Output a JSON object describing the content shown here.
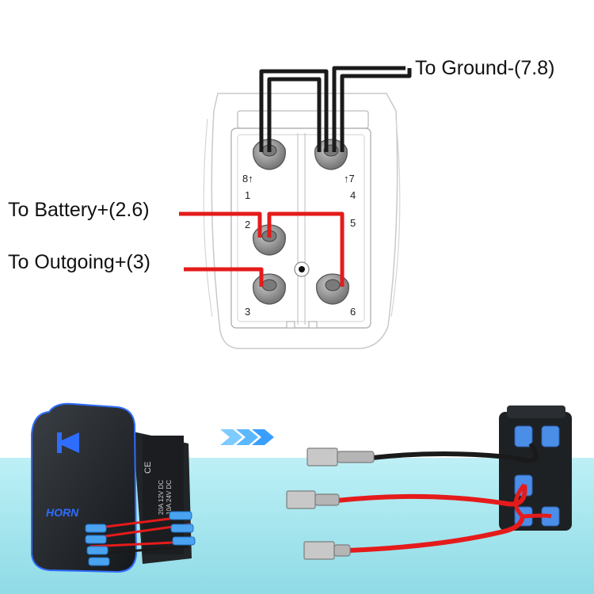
{
  "labels": {
    "ground": "To Ground-(7.8)",
    "battery": "To Battery+(2.6)",
    "outgoing": "To Outgoing+(3)"
  },
  "pins": {
    "p8": "8↑",
    "p1": "1",
    "p7": "↑7",
    "p4": "4",
    "p2": "2",
    "p5": "5",
    "p3": "3",
    "p6": "6"
  },
  "product": {
    "horn_label": "HORN",
    "side_marks": "CE",
    "side_rating_1": "20A 12V DC",
    "side_rating_2": "10A 24V DC"
  },
  "colors": {
    "wire_ground": "#1a1a1a",
    "wire_positive": "#e51b1b",
    "terminal": "#8a8a8a",
    "led_blue": "#2f6dff",
    "floor": "#a9e6ef",
    "arrow": "#7ecbff"
  }
}
